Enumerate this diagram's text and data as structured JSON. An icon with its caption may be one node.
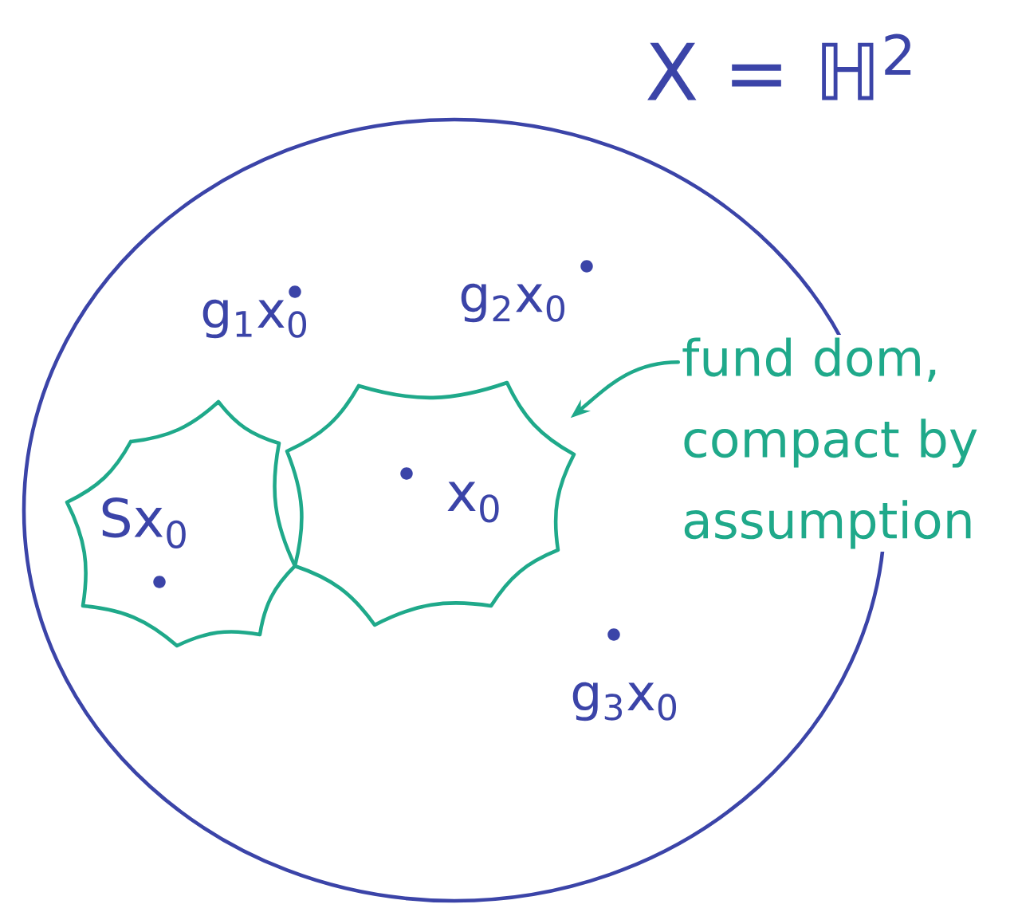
{
  "diagram": {
    "nodes": [
      {
        "text": [
          "X = ℍ$^{2}$"
        ]
      },
      {
        "text": [
          "x$_{0}$"
        ],
        "in": 0
      },
      {
        "text": [
          "Sx$_{0}$"
        ],
        "in": 0
      },
      {
        "text": [
          "fund dom, compact by assumption"
        ]
      }
    ],
    "edges": [
      {
        "from": 3,
        "to": 1,
        "arrow": "to"
      }
    ],
    "labels": [
      "g$_{1}$x$_{0}$",
      "g$_{2}$x$_{0}$",
      "g$_{3}$x$_{0}$"
    ]
  }
}
